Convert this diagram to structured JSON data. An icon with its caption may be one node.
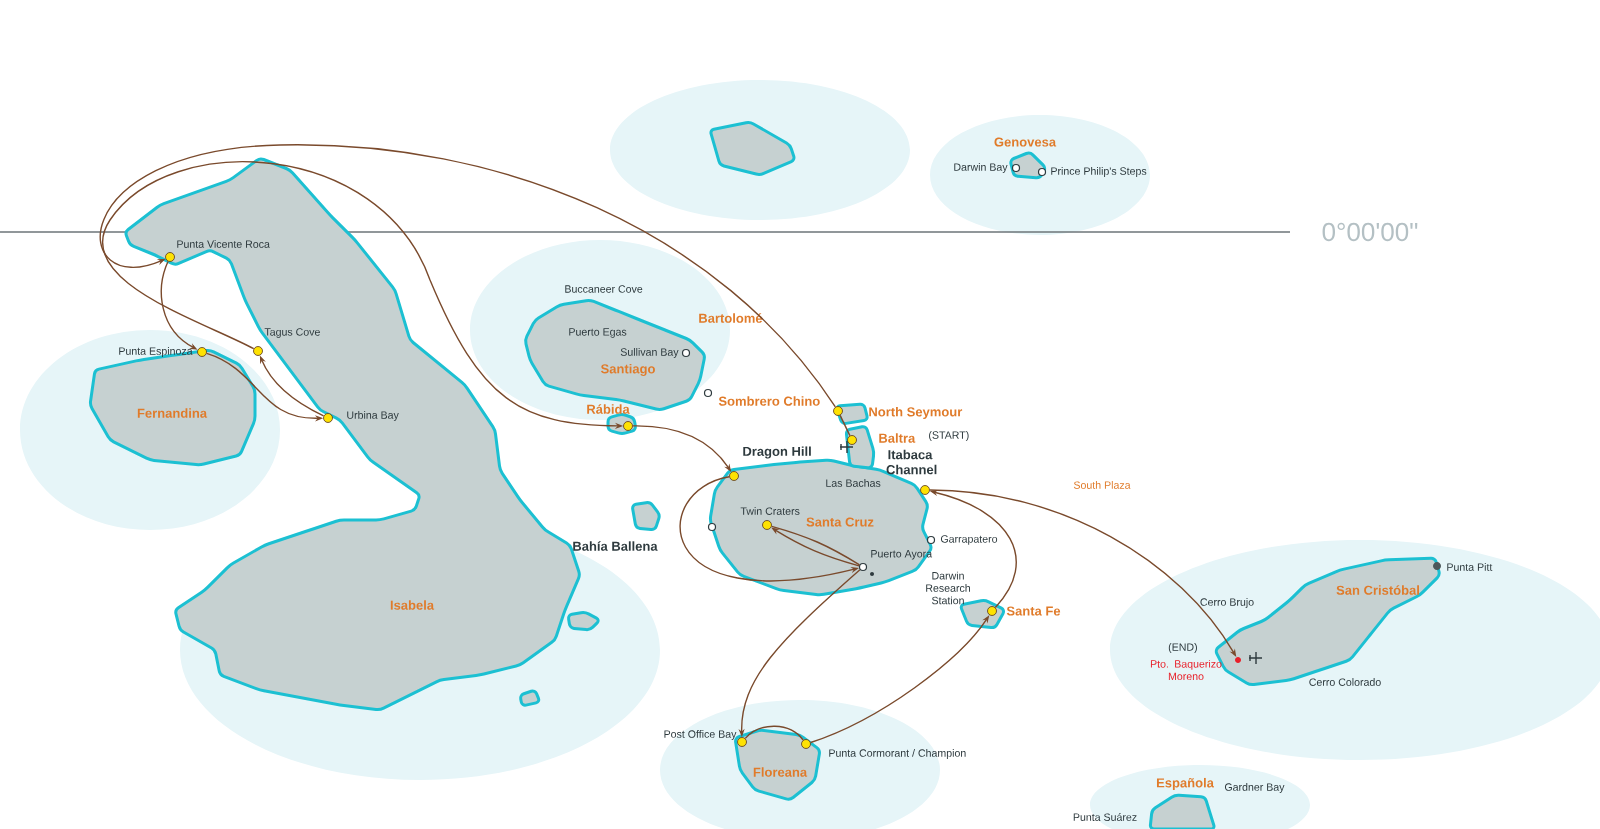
{
  "diagram": {
    "nodes": [
      {
        "text": [
          "Isabela"
        ]
      },
      {
        "text": [
          "Fernandina"
        ]
      },
      {
        "text": [
          "Santiago"
        ]
      },
      {
        "text": [
          "Rábida"
        ]
      },
      {
        "text": [
          "Santa Cruz"
        ]
      },
      {
        "text": [
          "North Seymour"
        ]
      },
      {
        "text": [
          "Baltra"
        ]
      },
      {
        "text": [
          "Santa Fe"
        ]
      },
      {
        "text": [
          "Floreana"
        ]
      },
      {
        "text": [
          "San Cristóbal"
        ]
      },
      {
        "text": [
          "Genovesa"
        ]
      },
      {
        "text": [
          "Española"
        ]
      },
      {
        "text": [
          "Punta Vicente Roca"
        ],
        "in": 0
      },
      {
        "text": [
          "Punta Espinoza"
        ]
      },
      {
        "text": [
          "Tagus Cove"
        ]
      },
      {
        "text": [
          "Urbina Bay"
        ]
      },
      {
        "text": [
          "Dragon Hill"
        ],
        "in": 4
      },
      {
        "text": [
          "Twin Craters"
        ],
        "in": 4
      },
      {
        "text": [
          "Puerto Ayora"
        ],
        "in": 4
      },
      {
        "text": [
          "Itabaca Channel"
        ]
      },
      {
        "text": [
          "Post Office Bay"
        ],
        "in": 8
      },
      {
        "text": [
          "Punta Cormorant / Champion"
        ],
        "in": 8
      },
      {
        "text": [
          "Pto. Baquerizo Moreno"
        ],
        "in": 9
      },
      {
        "text": [],
        "shape": "island"
      },
      {
        "text": [],
        "shape": "island"
      },
      {
        "text": [],
        "shape": "island"
      },
      {
        "text": [],
        "shape": "island"
      }
    ],
    "edges": [
      {
        "from": 6,
        "to": 5,
        "arrow": "none"
      },
      {
        "from": 5,
        "to": 12,
        "arrow": "to"
      },
      {
        "from": 12,
        "to": 13,
        "arrow": "to"
      },
      {
        "from": 13,
        "to": 15,
        "arrow": "to"
      },
      {
        "from": 15,
        "to": 14,
        "arrow": "to"
      },
      {
        "from": 14,
        "to": 3,
        "arrow": "to"
      },
      {
        "from": 3,
        "to": 16,
        "arrow": "to"
      },
      {
        "from": 16,
        "to": 18,
        "arrow": "to"
      },
      {
        "from": 18,
        "to": 17,
        "arrow": "to"
      },
      {
        "from": 17,
        "to": 18,
        "arrow": "none"
      },
      {
        "from": 18,
        "to": 20,
        "arrow": "to"
      },
      {
        "from": 20,
        "to": 21,
        "arrow": "none"
      },
      {
        "from": 21,
        "to": 7,
        "arrow": "to"
      },
      {
        "from": 7,
        "to": 19,
        "arrow": "to"
      },
      {
        "from": 19,
        "to": 22,
        "arrow": "to"
      }
    ],
    "labels": [
      "Darwin Bay",
      "Prince Philip's Steps",
      "0°00'00\"",
      "Buccaneer Cove",
      "Bartolomé",
      "Puerto Egas",
      "Sullivan Bay",
      "Sombrero Chino",
      "(START)",
      "Las Bachas",
      "Bahía Ballena",
      "Garrapatero",
      "Darwin Research Station",
      "South Plaza",
      "Punta Pitt",
      "Cerro Brujo",
      "(END)",
      "Cerro Colorado",
      "Gardner Bay",
      "Punta Suárez"
    ]
  }
}
